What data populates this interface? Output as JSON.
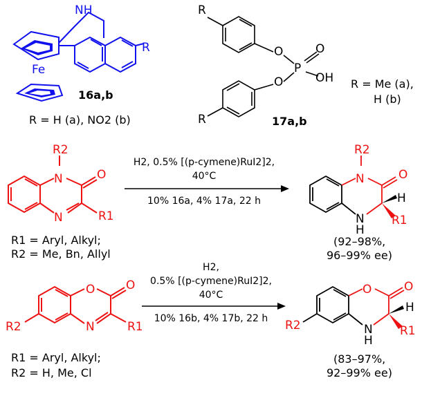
{
  "catalyst_16": {
    "atom_nh": "NH",
    "atom_fe": "Fe",
    "atom_r": "R",
    "label": "16a,b",
    "r_def": "R = H (a), NO2 (b)"
  },
  "acid_17": {
    "atom_r_top": "R",
    "atom_r_bot": "R",
    "atom_o1": "O",
    "atom_o2": "O",
    "atom_p": "P",
    "atom_o_double": "O",
    "atom_oh": "OH",
    "label": "17a,b",
    "r_def_line1": "R = Me (a),",
    "r_def_line2": "H (b)"
  },
  "reaction_1": {
    "sm": {
      "r2": "R2",
      "n1": "N",
      "o": "O",
      "n2": "N",
      "r1": "R1"
    },
    "conditions_line1": "H2, 0.5% [(p-cymene)RuI2]2,",
    "conditions_line2": "40°C",
    "conditions_line3": "10% 16a, 4% 17a, 22 h",
    "product": {
      "r2": "R2",
      "n1": "N",
      "o": "O",
      "h": "H",
      "nh": "N",
      "nh_h": "H",
      "r1": "R1"
    },
    "scope_line1": "R1 = Aryl, Alkyl;",
    "scope_line2": "R2 = Me, Bn, Allyl",
    "yield_line1": "(92–98%,",
    "yield_line2": "96–99% ee)"
  },
  "reaction_2": {
    "sm": {
      "o_ring": "O",
      "o": "O",
      "n": "N",
      "r1": "R1",
      "r2": "R2"
    },
    "conditions_line1": "H2,",
    "conditions_line2": "0.5% [(p-cymene)RuI2]2,",
    "conditions_line3": "40°C",
    "conditions_line4": "10% 16b, 4% 17b, 22 h",
    "product": {
      "o_ring": "O",
      "o": "O",
      "h": "H",
      "nh": "N",
      "nh_h": "H",
      "r1": "R1",
      "r2": "R2"
    },
    "scope_line1": "R1 = Aryl, Alkyl;",
    "scope_line2": "R2 = H, Me, Cl",
    "yield_line1": "(83–97%,",
    "yield_line2": "92–99% ee)"
  },
  "colors": {
    "red": "#ee1111",
    "blue": "#1111ee",
    "black": "#000000"
  }
}
